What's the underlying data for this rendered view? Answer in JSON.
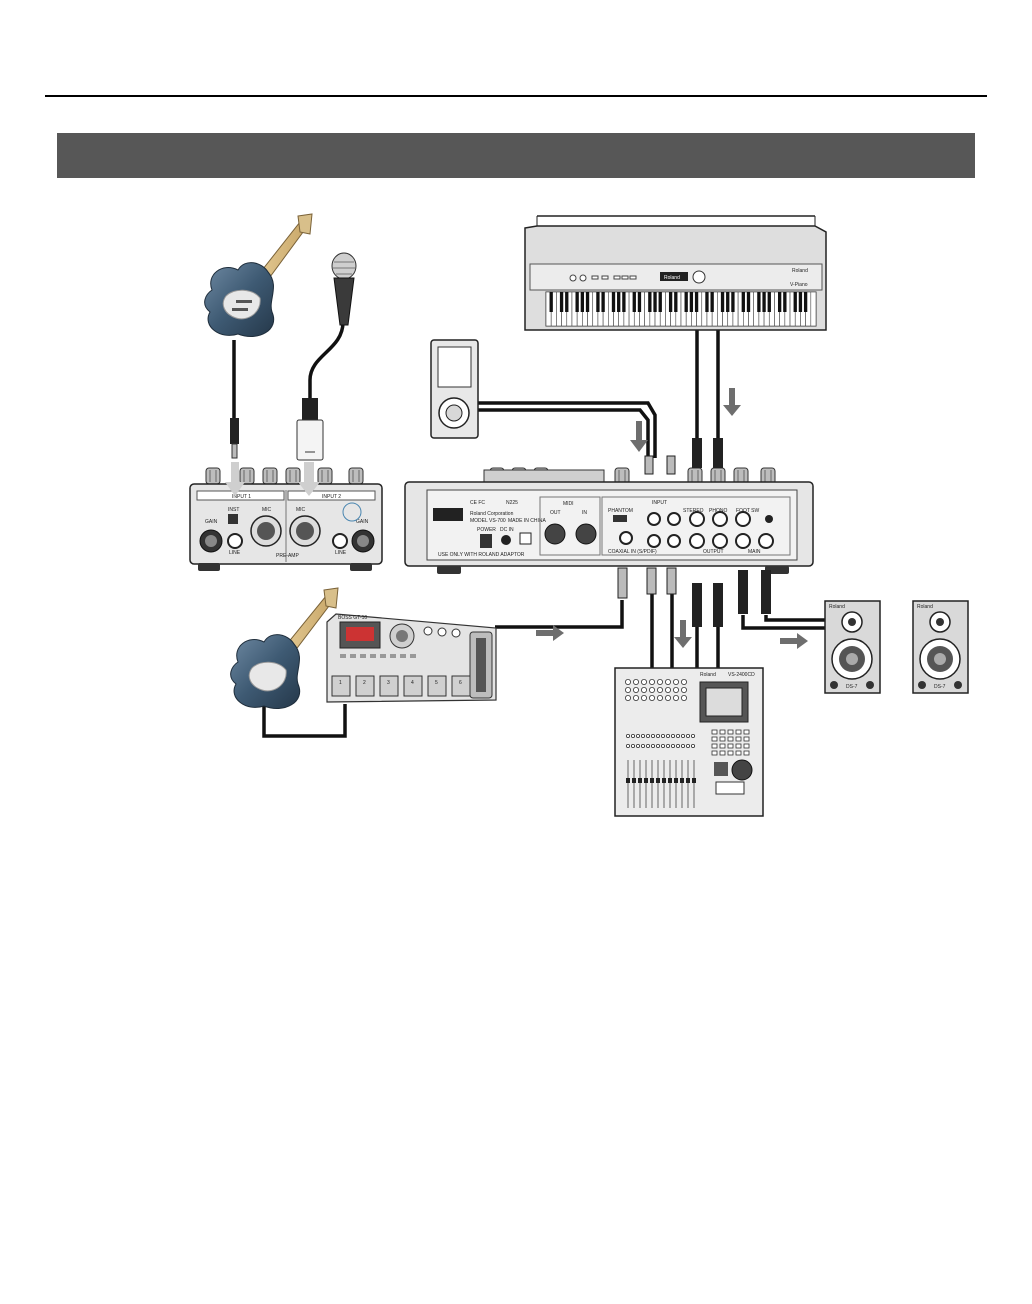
{
  "colors": {
    "banner": "#575757",
    "arrow": "#6e6e6e",
    "cable": "#111111",
    "device_body": "#e6e6e6",
    "device_panel": "#f2f2f2",
    "guitar_body": "#3e5a73"
  },
  "labels": {
    "input1": "INPUT 1",
    "input2": "INPUT 2",
    "inst": "INST",
    "mic": "MIC",
    "mic2": "MIC",
    "line": "LINE",
    "preamp": "PRE-AMP",
    "gain1": "GAIN",
    "gain2": "GAIN",
    "ce": "CE FC",
    "n225": "N225",
    "roland_corp": "Roland Corporation",
    "model": "MODEL VS-700",
    "made_in": "MADE IN CHINA",
    "power": "POWER",
    "dcin": "DC IN",
    "midi": "MIDI",
    "midi_out": "OUT",
    "midi_in": "IN",
    "input_group": "INPUT",
    "phantom": "PHANTOM",
    "stereo": "STEREO",
    "phono": "PHONO",
    "foot_sw": "FOOT SW",
    "coaxial_in": "COAXIAL IN (S/PDIF)",
    "output": "OUTPUT",
    "main": "MAIN",
    "adaptor": "USE ONLY WITH ROLAND ADAPTOR",
    "piano_brand": "Roland",
    "piano_display": "Roland",
    "piano_model": "V-Piano",
    "pedal_brand": "BOSS GT-10",
    "mixer_brand": "Roland",
    "mixer_model": "VS-2400CD",
    "speaker_brand_l": "Roland",
    "speaker_brand_r": "Roland",
    "speaker_model_l": "DS-7",
    "speaker_model_r": "DS-7",
    "pedal_1": "1",
    "pedal_2": "2",
    "pedal_3": "3",
    "pedal_4": "4",
    "pedal_5": "5",
    "pedal_6": "6"
  }
}
